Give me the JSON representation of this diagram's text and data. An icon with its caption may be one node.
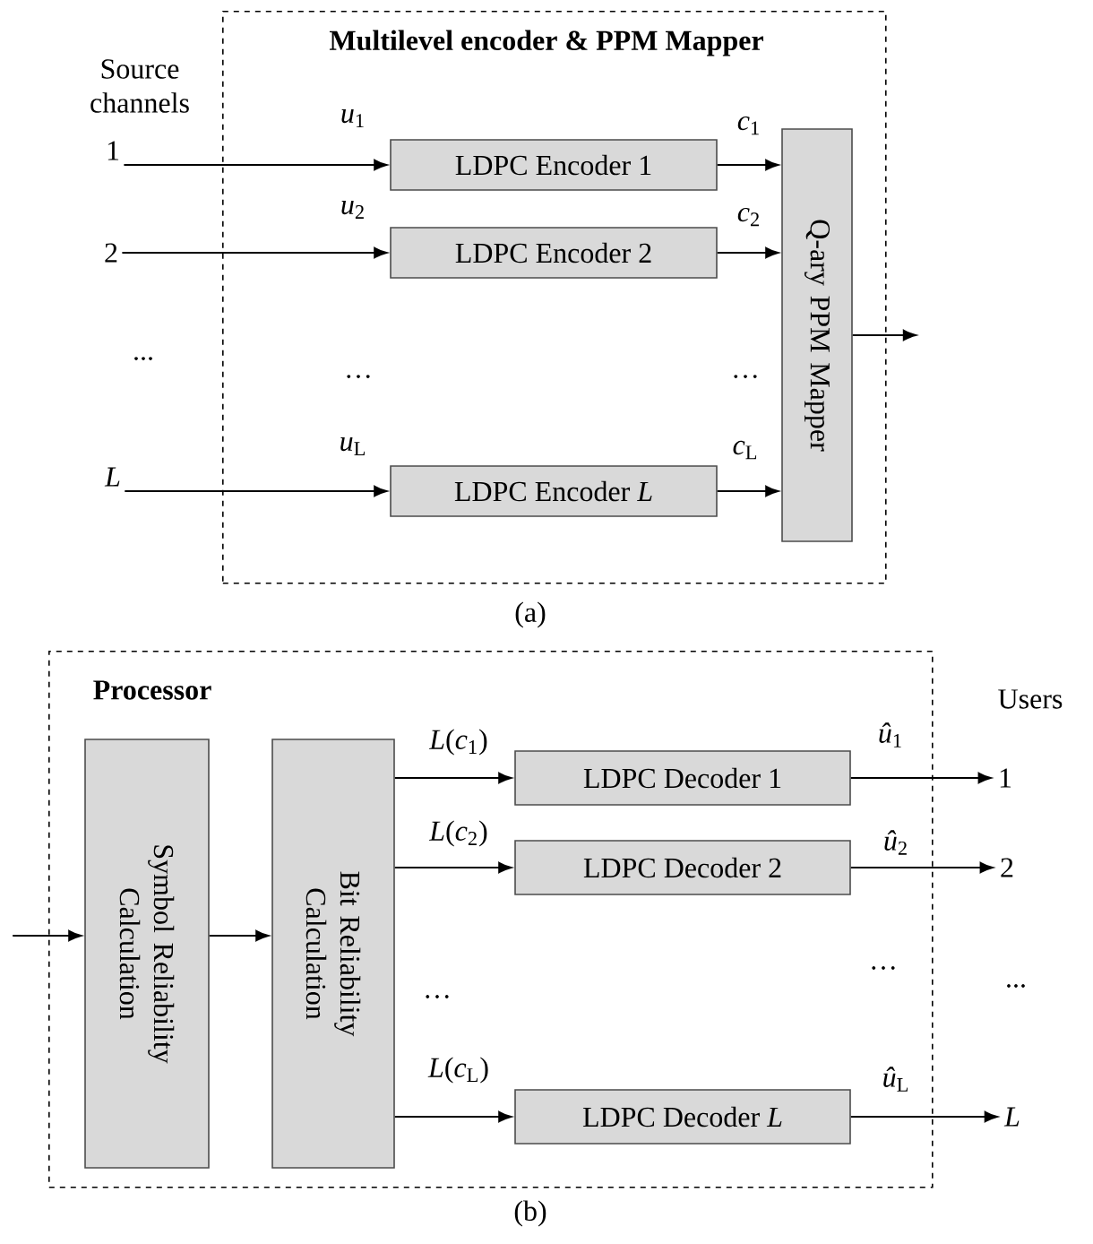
{
  "diagram": {
    "nodes": [
      {
        "text": [
          "Multilevel encoder & PPM Mapper"
        ]
      },
      {
        "text": [
          "1"
        ]
      },
      {
        "text": [
          "2"
        ]
      },
      {
        "text": [
          "L"
        ]
      },
      {
        "text": [
          "LDPC Encoder 1"
        ],
        "in": 0
      },
      {
        "text": [
          "LDPC Encoder 2"
        ],
        "in": 0
      },
      {
        "text": [
          "LDPC Encoder *L*"
        ],
        "in": 0
      },
      {
        "text": [
          "Q-ary PPM Mapper"
        ],
        "in": 0
      },
      {
        "text": [
          "Processor"
        ]
      },
      {
        "text": [
          "Symbol Reliability Calculation"
        ],
        "in": 8
      },
      {
        "text": [
          "Bit Reliability Calculation"
        ],
        "in": 8
      },
      {
        "text": [
          "LDPC Decoder 1"
        ],
        "in": 8
      },
      {
        "text": [
          "LDPC Decoder 2"
        ],
        "in": 8
      },
      {
        "text": [
          "LDPC Decoder *L*"
        ],
        "in": 8
      },
      {
        "text": [
          "1"
        ]
      },
      {
        "text": [
          "2"
        ]
      },
      {
        "text": [
          "L"
        ]
      }
    ],
    "edges": [
      {
        "from": 1,
        "to": 4,
        "arrow": "to",
        "label": "*u*$_{1}$"
      },
      {
        "from": 2,
        "to": 5,
        "arrow": "to",
        "label": "*u*$_{2}$"
      },
      {
        "from": 3,
        "to": 6,
        "arrow": "to",
        "label": "*u*$_{L}$"
      },
      {
        "from": 4,
        "to": 7,
        "arrow": "to",
        "label": "*c*$_{1}$"
      },
      {
        "from": 5,
        "to": 7,
        "arrow": "to",
        "label": "*c*$_{2}$"
      },
      {
        "from": 6,
        "to": 7,
        "arrow": "to",
        "label": "*c*$_{L}$"
      },
      {
        "from": 7,
        "to": null,
        "arrow": "to"
      },
      {
        "from": null,
        "to": 9,
        "arrow": "to"
      },
      {
        "from": 9,
        "to": 10,
        "arrow": "to"
      },
      {
        "from": 10,
        "to": 11,
        "arrow": "to",
        "label": "*L*(*c*$_{1}$)"
      },
      {
        "from": 10,
        "to": 12,
        "arrow": "to",
        "label": "*L*(*c*$_{2}$)"
      },
      {
        "from": 10,
        "to": 13,
        "arrow": "to",
        "label": "*L*(*c*$_{L}$)"
      },
      {
        "from": 11,
        "to": 14,
        "arrow": "to",
        "label": "*û*$_{1}$"
      },
      {
        "from": 12,
        "to": 15,
        "arrow": "to",
        "label": "*û*$_{2}$"
      },
      {
        "from": 13,
        "to": 16,
        "arrow": "to",
        "label": "*û*$_{L}$"
      }
    ],
    "labels": [
      "Source channels",
      "...",
      "…",
      "…",
      "(a)",
      "Users",
      "…",
      "…",
      "...",
      "(b)"
    ]
  }
}
